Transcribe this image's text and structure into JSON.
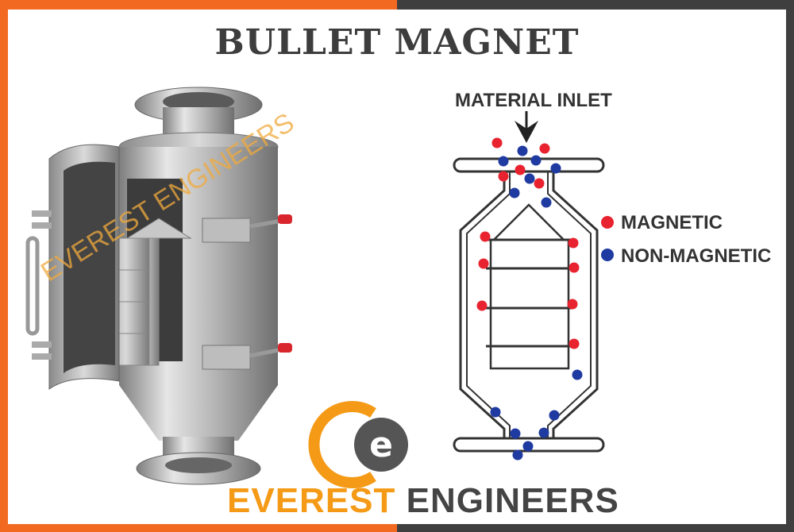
{
  "title": "BULLET MAGNET",
  "diagram": {
    "inlet_label": "MATERIAL INLET",
    "legend": {
      "magnetic": "MAGNETIC",
      "non_magnetic": "NON-MAGNETIC"
    },
    "colors": {
      "magnetic": "#e8232f",
      "non_magnetic": "#1f3aa0"
    }
  },
  "brand": {
    "word1": "EVEREST",
    "word2": "ENGINEERS",
    "watermark": "EVEREST ENGINEERS",
    "logo_letter": "e",
    "colors": {
      "orange": "#f59a16",
      "grey": "#444444"
    }
  },
  "frame_colors": {
    "left": "#f26a21",
    "right": "#3f3f3f"
  }
}
